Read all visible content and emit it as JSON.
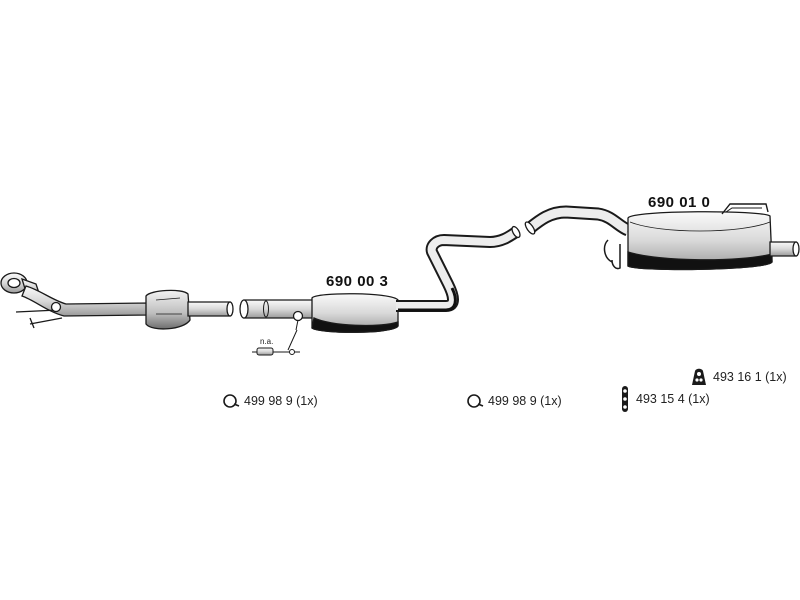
{
  "parts": {
    "center_muffler": "690 00 3",
    "rear_muffler": "690 01 0"
  },
  "note": "n.a.",
  "accessories": [
    {
      "label": "499 98 9 (1x)",
      "icon": "clamp-ring-icon"
    },
    {
      "label": "499 98 9 (1x)",
      "icon": "clamp-ring-icon"
    },
    {
      "label": "493 15 4 (1x)",
      "icon": "rubber-hanger-icon"
    },
    {
      "label": "493 16 1 (1x)",
      "icon": "rubber-mount-icon"
    }
  ],
  "colors": {
    "line": "#1a1a1a",
    "fill_light": "#e6e6e6",
    "fill_dark": "#111111"
  }
}
